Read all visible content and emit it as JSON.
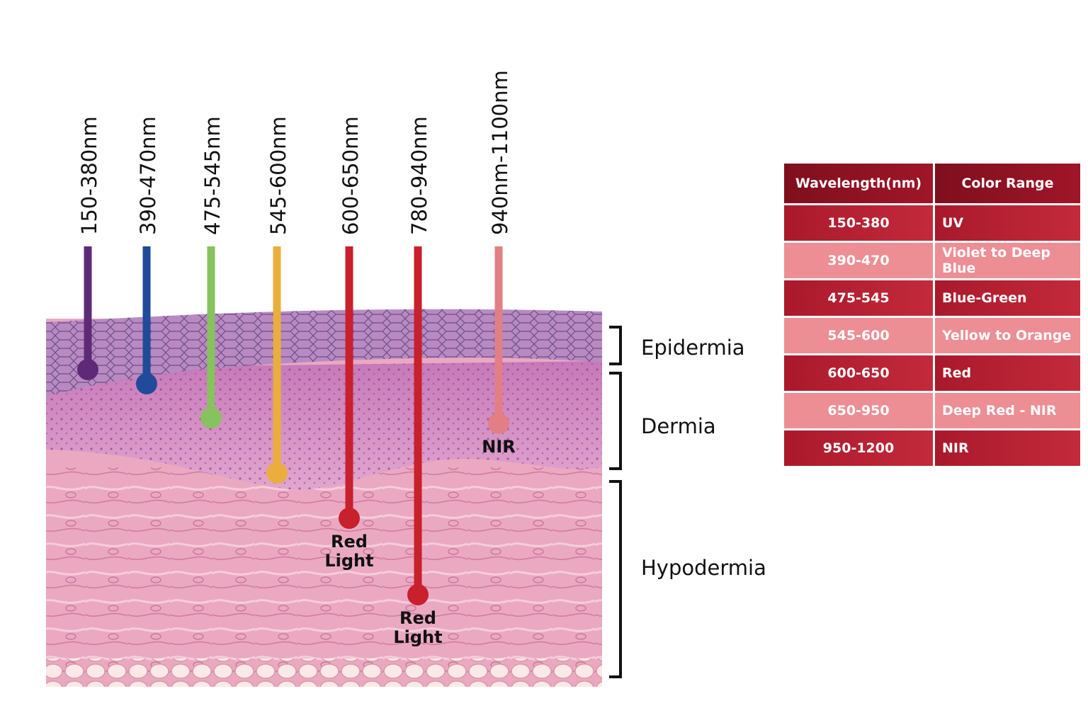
{
  "probes": [
    {
      "id": "150-380",
      "label": "150-380nm",
      "color": "#5e2a78",
      "pen_label": ""
    },
    {
      "id": "390-470",
      "label": "390-470nm",
      "color": "#214a9a",
      "pen_label": ""
    },
    {
      "id": "475-545",
      "label": "475-545nm",
      "color": "#86c25d",
      "pen_label": ""
    },
    {
      "id": "545-600",
      "label": "545-600nm",
      "color": "#e9ae3e",
      "pen_label": ""
    },
    {
      "id": "600-650",
      "label": "600-650nm",
      "color": "#c8202c",
      "pen_label": "Red Light"
    },
    {
      "id": "780-940",
      "label": "780-940nm",
      "color": "#c8202c",
      "pen_label": "Red Light"
    },
    {
      "id": "940-1100",
      "label": "940nm-1100nm",
      "color": "#e17f84",
      "pen_label": "NIR"
    }
  ],
  "layers": [
    {
      "label": "Epidermia"
    },
    {
      "label": "Dermia"
    },
    {
      "label": "Hypodermia"
    }
  ],
  "table": {
    "headers": [
      "Wavelength(nm)",
      "Color Range"
    ],
    "rows": [
      {
        "wavelength": "150-380",
        "range": "UV"
      },
      {
        "wavelength": "390-470",
        "range": "Violet to Deep Blue"
      },
      {
        "wavelength": "475-545",
        "range": "Blue-Green"
      },
      {
        "wavelength": "545-600",
        "range": "Yellow to Orange"
      },
      {
        "wavelength": "600-650",
        "range": "Red"
      },
      {
        "wavelength": "650-950",
        "range": "Deep Red - NIR"
      },
      {
        "wavelength": "950-1200",
        "range": "NIR"
      }
    ]
  },
  "colors": {
    "table_dark": "#b3202f",
    "table_light": "#ec8e94",
    "table_header": "#8c1222",
    "epidermis": "#b98ac2",
    "dermis": "#d79acb",
    "hypodermis": "#eaa9c1"
  }
}
